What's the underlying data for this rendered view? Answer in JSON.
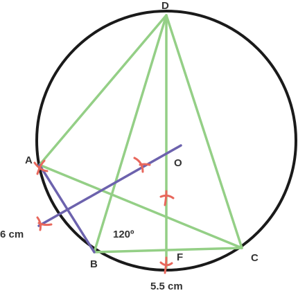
{
  "points": [
    {
      "id": "A",
      "label": "A"
    },
    {
      "id": "B",
      "label": "B"
    },
    {
      "id": "C",
      "label": "C"
    },
    {
      "id": "D",
      "label": "D"
    },
    {
      "id": "O",
      "label": "O"
    },
    {
      "id": "F",
      "label": "F"
    }
  ],
  "measurements": {
    "ab_length": "6 cm",
    "bc_length": "5.5 cm",
    "angle_b": "120º"
  },
  "colors": {
    "circle": "#1a1a1a",
    "green_lines": "#94cf86",
    "purple_lines": "#6c62ad",
    "arc_marks": "#e8675c"
  }
}
